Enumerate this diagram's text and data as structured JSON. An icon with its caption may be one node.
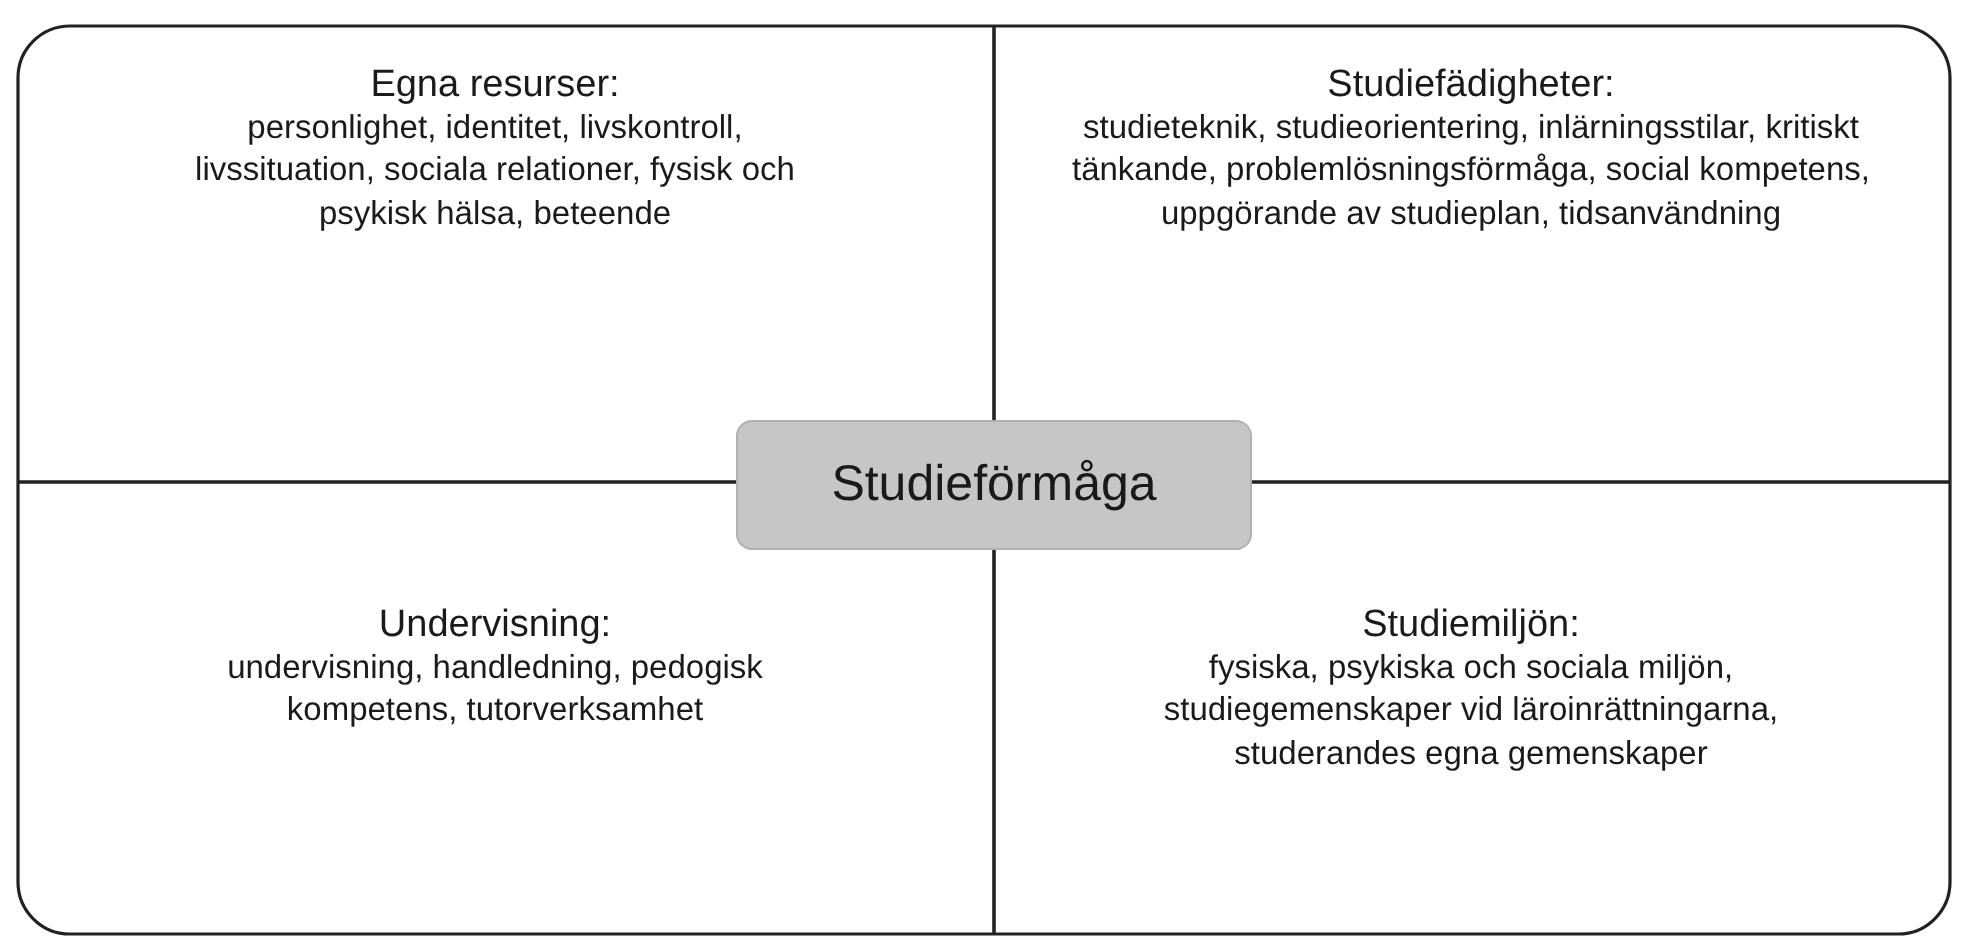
{
  "diagram": {
    "nodes": [
      {
        "text": [],
        "shape": "box"
      },
      {
        "text": [
          "Egna resurser:",
          "personlighet, identitet, livskontroll, livssituation, sociala relationer, fysisk och psykisk hälsa, beteende"
        ],
        "in": 0
      },
      {
        "text": [
          "Studiefädigheter:",
          "studieteknik, studieorientering, inlärningsstilar, kritiskt tänkande, problemlösningsförmåga, social kompetens, uppgörande av studieplan, tidsanvändning"
        ],
        "in": 0
      },
      {
        "text": [
          "Undervisning:",
          "undervisning, handledning, pedogisk kompetens, tutorverksamhet"
        ],
        "in": 0
      },
      {
        "text": [
          "Studiemiljön:",
          "fysiska, psykiska och sociala miljön, studiegemenskaper vid läroinrättningarna, studerandes egna gemenskaper"
        ],
        "in": 0
      },
      {
        "text": [
          "Studieförmåga"
        ],
        "in": 0
      }
    ]
  }
}
